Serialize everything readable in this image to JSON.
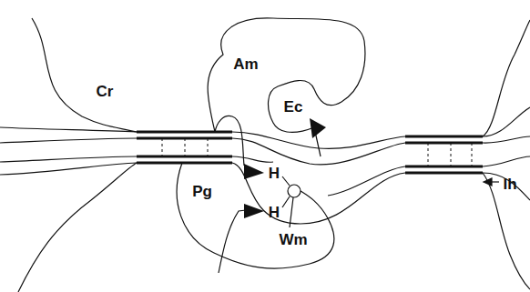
{
  "diagram": {
    "labels": [
      "Cr",
      "Am",
      "Ec",
      "Pg",
      "H",
      "H",
      "Wm",
      "Ih"
    ]
  }
}
